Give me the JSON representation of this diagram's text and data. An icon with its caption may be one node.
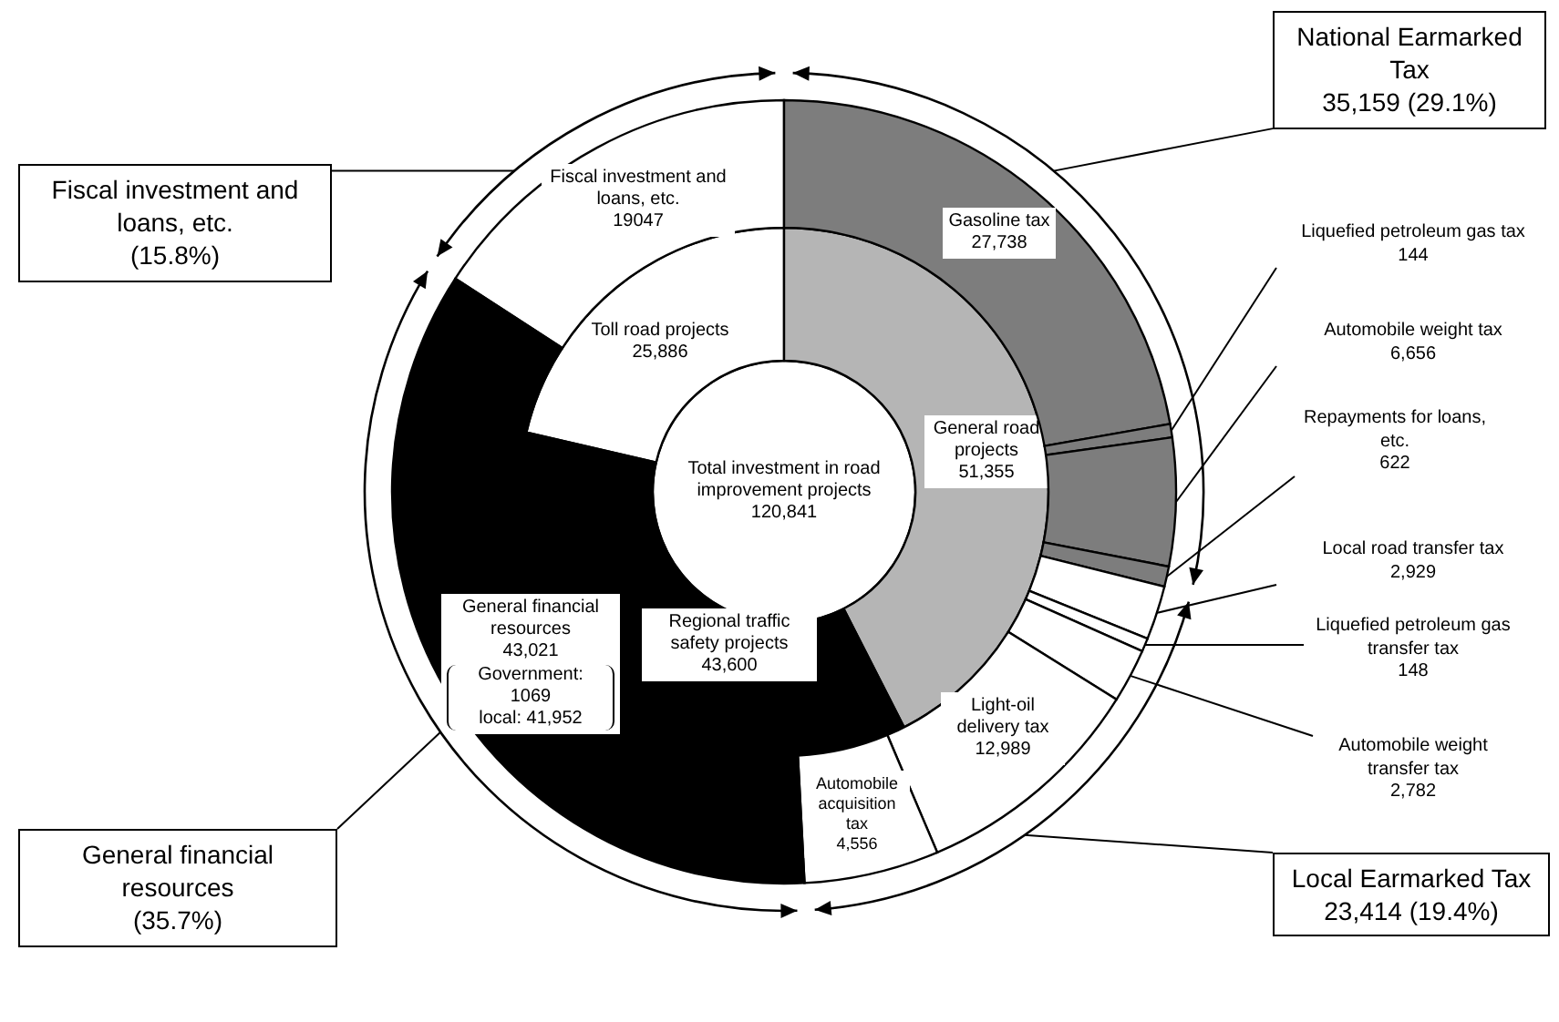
{
  "diagram": {
    "nodes": [
      {
        "text": [
          "Fiscal investment and loans, etc.",
          "(15.8%)"
        ]
      },
      {
        "text": [
          "National Earmarked Tax",
          "35,159 (29.1%)"
        ]
      },
      {
        "text": [
          "Local Earmarked Tax",
          "23,414 (19.4%)"
        ]
      },
      {
        "text": [
          "General financial resources",
          "(35.7%)"
        ]
      },
      {
        "text": [
          "Total investment in road improvement projects",
          "120,841"
        ]
      },
      {
        "text": [
          "Toll road projects",
          "25,886"
        ]
      },
      {
        "text": [
          "General road projects",
          "51,355"
        ]
      },
      {
        "text": [
          "Regional traffic safety projects",
          "43,600"
        ]
      },
      {
        "text": [
          "Fiscal investment and loans, etc.",
          "19047"
        ]
      },
      {
        "text": [
          "Gasoline tax",
          "27,738"
        ]
      },
      {
        "text": [],
        "shape": "sector"
      },
      {
        "text": [],
        "shape": "sector"
      },
      {
        "text": [],
        "shape": "sector"
      },
      {
        "text": [],
        "shape": "sector"
      },
      {
        "text": [],
        "shape": "sector"
      },
      {
        "text": [],
        "shape": "sector"
      },
      {
        "text": [
          "Light-oil delivery tax",
          "12,989"
        ]
      },
      {
        "text": [
          "Automobile acquisition tax",
          "4,556"
        ]
      },
      {
        "text": [
          "General financial resources",
          "43,021",
          "Government: 1069",
          "local: 41,952"
        ]
      },
      {
        "text": [
          "Liquefied petroleum gas tax",
          "144"
        ]
      },
      {
        "text": [
          "Automobile weight tax",
          "6,656"
        ]
      },
      {
        "text": [
          "Repayments for loans, etc.",
          "622"
        ]
      },
      {
        "text": [
          "Local road transfer tax",
          "2,929"
        ]
      },
      {
        "text": [
          "Liquefied petroleum gas transfer tax",
          "148"
        ]
      },
      {
        "text": [
          "Automobile weight transfer tax",
          "2,782"
        ]
      }
    ],
    "edges": [
      {
        "from": 0,
        "to": null,
        "arrow": "none"
      },
      {
        "from": 1,
        "to": null,
        "arrow": "none"
      },
      {
        "from": 2,
        "to": null,
        "arrow": "none"
      },
      {
        "from": 3,
        "to": null,
        "arrow": "none"
      },
      {
        "from": 19,
        "to": 10,
        "arrow": "none"
      },
      {
        "from": 20,
        "to": 11,
        "arrow": "none"
      },
      {
        "from": 21,
        "to": 12,
        "arrow": "none"
      },
      {
        "from": 22,
        "to": 13,
        "arrow": "none"
      },
      {
        "from": 23,
        "to": 14,
        "arrow": "none"
      },
      {
        "from": 24,
        "to": 15,
        "arrow": "none"
      }
    ]
  }
}
